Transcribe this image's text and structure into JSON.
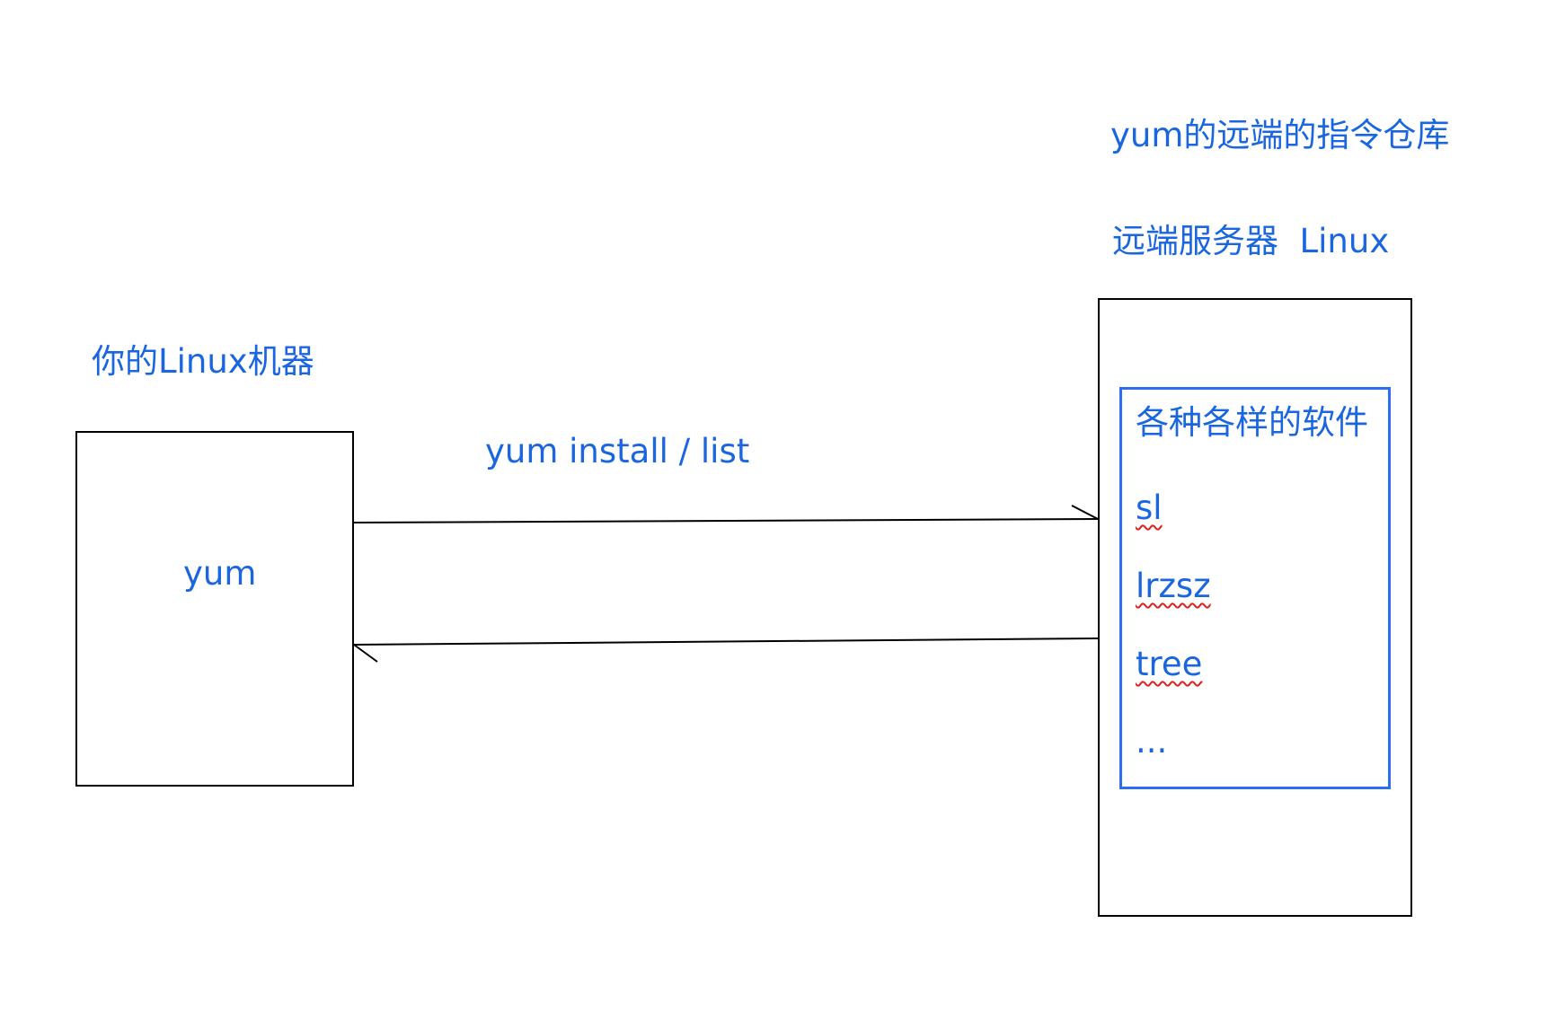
{
  "remote": {
    "title": "yum的远端的指令仓库",
    "server_label": "远端服务器  Linux",
    "software_title": "各种各样的软件",
    "packages": [
      "sl",
      "lrzsz",
      "tree",
      "..."
    ]
  },
  "local": {
    "title": "你的Linux机器",
    "yum_label": "yum"
  },
  "command_label": "yum install / list",
  "colors": {
    "text": "#1a66e0",
    "inner_border": "#2b6ff0",
    "box_border": "#000000",
    "spellcheck": "#e02020"
  }
}
